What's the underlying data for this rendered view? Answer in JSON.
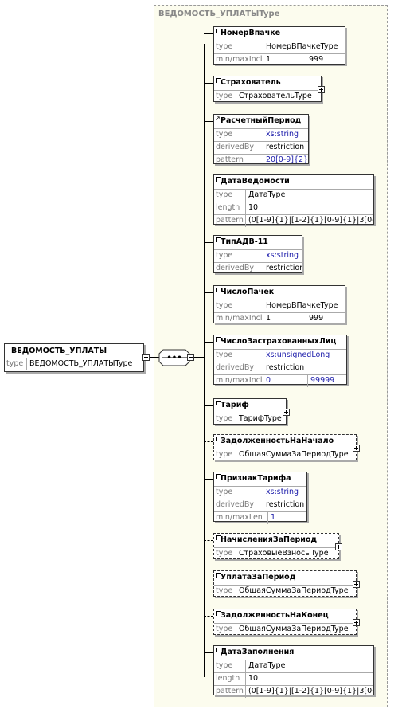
{
  "container_title": "ВЕДОМОСТЬ_УПЛАТЫType",
  "root": {
    "name": "ВЕДОМОСТЬ_УПЛАТЫ",
    "type_key": "type",
    "type_val": "ВЕДОМОСТЬ_УПЛАТЫType"
  },
  "sequence_symbol": "•••",
  "elements": [
    {
      "name": "НомерВпачке",
      "rows": [
        {
          "k": "type",
          "v": "НомерВПачкеType"
        },
        {
          "k": "min/maxIncl",
          "v": "1",
          "v2": "999"
        }
      ]
    },
    {
      "name": "Страхователь",
      "rows": [
        {
          "k": "type",
          "v": "СтраховательType"
        }
      ]
    },
    {
      "name": "РасчетныйПериод",
      "rows": [
        {
          "k": "type",
          "v": "xs:string"
        },
        {
          "k": "derivedBy",
          "v": "restriction"
        },
        {
          "k": "pattern",
          "v": "20[0-9]{2}"
        }
      ]
    },
    {
      "name": "ДатаВедомости",
      "rows": [
        {
          "k": "type",
          "v": "ДатаType"
        },
        {
          "k": "length",
          "v": "10"
        },
        {
          "k": "pattern",
          "v": "(0[1-9]{1}|[1-2]{1}[0-9]{1}|3[0-..."
        }
      ]
    },
    {
      "name": "ТипАДВ-11",
      "rows": [
        {
          "k": "type",
          "v": "xs:string"
        },
        {
          "k": "derivedBy",
          "v": "restriction"
        }
      ]
    },
    {
      "name": "ЧислоПачек",
      "rows": [
        {
          "k": "type",
          "v": "НомерВПачкеType"
        },
        {
          "k": "min/maxIncl",
          "v": "1",
          "v2": "999"
        }
      ]
    },
    {
      "name": "ЧислоЗастрахованныхЛиц",
      "rows": [
        {
          "k": "type",
          "v": "xs:unsignedLong"
        },
        {
          "k": "derivedBy",
          "v": "restriction"
        },
        {
          "k": "min/maxIncl",
          "v": "0",
          "v2": "99999"
        }
      ]
    },
    {
      "name": "Тариф",
      "rows": [
        {
          "k": "type",
          "v": "ТарифType"
        }
      ]
    },
    {
      "name": "ЗадолженностьНаНачало",
      "rows": [
        {
          "k": "type",
          "v": "ОбщаяСуммаЗаПериодType"
        }
      ]
    },
    {
      "name": "ПризнакТарифа",
      "rows": [
        {
          "k": "type",
          "v": "xs:string"
        },
        {
          "k": "derivedBy",
          "v": "restriction"
        },
        {
          "k": "min/maxLen",
          "v": "",
          "v2": "1"
        }
      ]
    },
    {
      "name": "НачисленияЗаПериод",
      "rows": [
        {
          "k": "type",
          "v": "СтраховыеВзносыType"
        }
      ]
    },
    {
      "name": "УплатаЗаПериод",
      "rows": [
        {
          "k": "type",
          "v": "ОбщаяСуммаЗаПериодType"
        }
      ]
    },
    {
      "name": "ЗадолженностьНаКонец",
      "rows": [
        {
          "k": "type",
          "v": "ОбщаяСуммаЗаПериодType"
        }
      ]
    },
    {
      "name": "ДатаЗаполнения",
      "rows": [
        {
          "k": "type",
          "v": "ДатаType"
        },
        {
          "k": "length",
          "v": "10"
        },
        {
          "k": "pattern",
          "v": "(0[1-9]{1}|[1-2]{1}[0-9]{1}|3[0-..."
        }
      ]
    }
  ]
}
